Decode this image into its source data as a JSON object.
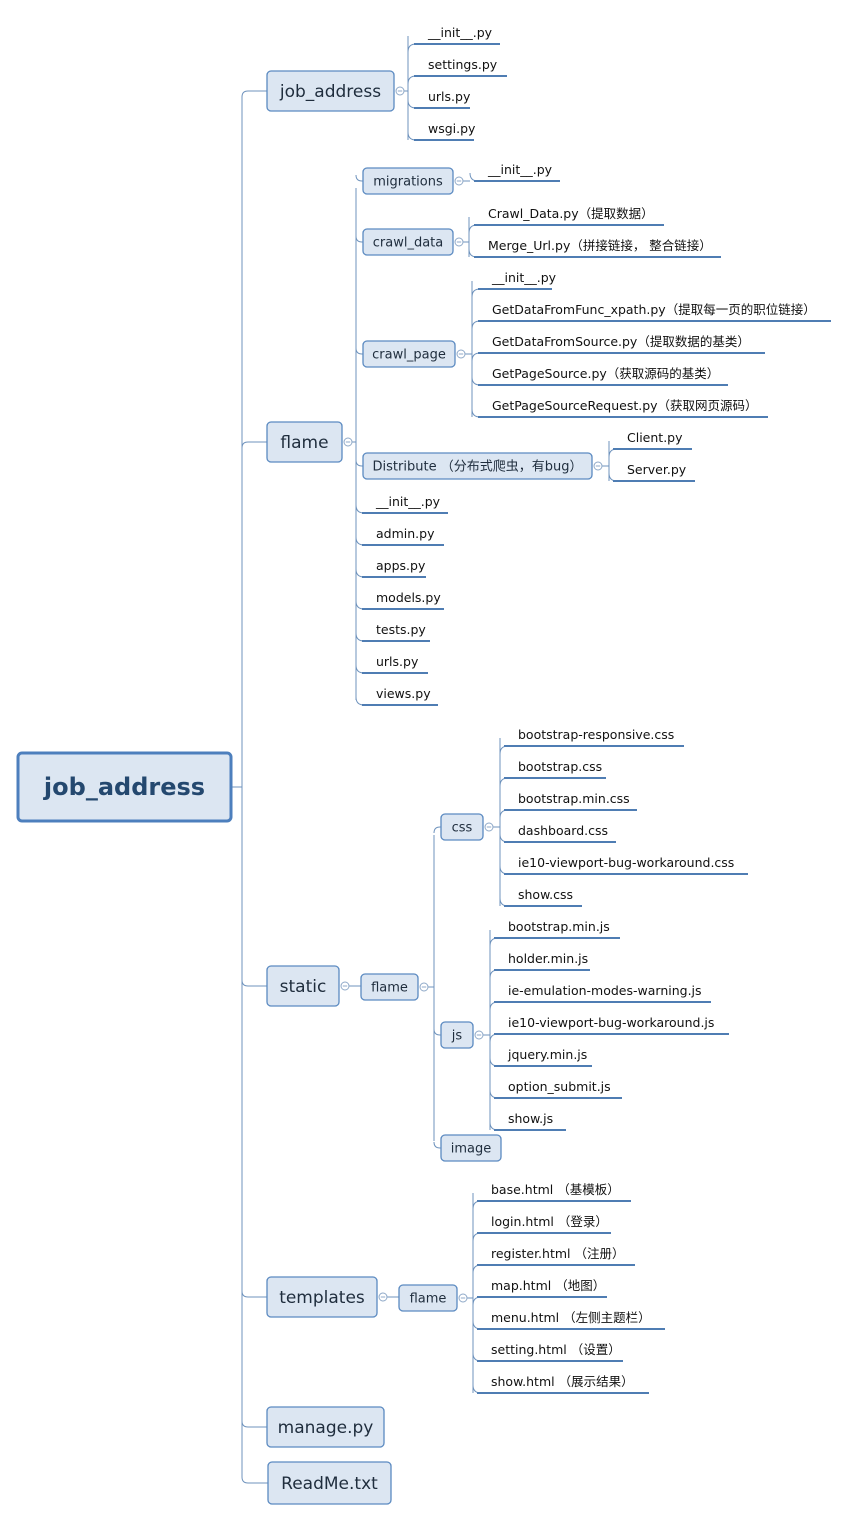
{
  "root": "job_address",
  "colors": {
    "node_fill": "#dce6f2",
    "node_border": "#5b8ac1",
    "connector": "#6f93bd",
    "underline": "#4f7db3"
  },
  "branches": [
    {
      "label": "job_address",
      "children": [
        {
          "label": "__init__.py"
        },
        {
          "label": "settings.py"
        },
        {
          "label": "urls.py"
        },
        {
          "label": "wsgi.py"
        }
      ]
    },
    {
      "label": "flame",
      "children": [
        {
          "label": "migrations",
          "children": [
            {
              "label": "__init__.py"
            }
          ]
        },
        {
          "label": "crawl_data",
          "children": [
            {
              "label": "Crawl_Data.py（提取数据）"
            },
            {
              "label": "Merge_Url.py（拼接链接， 整合链接）"
            }
          ]
        },
        {
          "label": "crawl_page",
          "children": [
            {
              "label": "__init__.py"
            },
            {
              "label": "GetDataFromFunc_xpath.py（提取每一页的职位链接）"
            },
            {
              "label": "GetDataFromSource.py（提取数据的基类）"
            },
            {
              "label": "GetPageSource.py（获取源码的基类）"
            },
            {
              "label": "GetPageSourceRequest.py（获取网页源码）"
            }
          ]
        },
        {
          "label": "Distribute （分布式爬虫，有bug）",
          "children": [
            {
              "label": "Client.py"
            },
            {
              "label": "Server.py"
            }
          ]
        },
        {
          "label": "__init__.py"
        },
        {
          "label": "admin.py"
        },
        {
          "label": "apps.py"
        },
        {
          "label": "models.py"
        },
        {
          "label": "tests.py"
        },
        {
          "label": "urls.py"
        },
        {
          "label": "views.py"
        }
      ]
    },
    {
      "label": "static",
      "children": [
        {
          "label": "flame",
          "children": [
            {
              "label": "css",
              "children": [
                {
                  "label": "bootstrap-responsive.css"
                },
                {
                  "label": "bootstrap.css"
                },
                {
                  "label": "bootstrap.min.css"
                },
                {
                  "label": "dashboard.css"
                },
                {
                  "label": "ie10-viewport-bug-workaround.css"
                },
                {
                  "label": "show.css"
                }
              ]
            },
            {
              "label": "js",
              "children": [
                {
                  "label": "bootstrap.min.js"
                },
                {
                  "label": "holder.min.js"
                },
                {
                  "label": "ie-emulation-modes-warning.js"
                },
                {
                  "label": "ie10-viewport-bug-workaround.js"
                },
                {
                  "label": "jquery.min.js"
                },
                {
                  "label": "option_submit.js"
                },
                {
                  "label": "show.js"
                }
              ]
            },
            {
              "label": "image"
            }
          ]
        }
      ]
    },
    {
      "label": "templates",
      "children": [
        {
          "label": "flame",
          "children": [
            {
              "label": "base.html （基模板）"
            },
            {
              "label": "login.html （登录）"
            },
            {
              "label": "register.html （注册）"
            },
            {
              "label": "map.html （地图）"
            },
            {
              "label": "menu.html （左侧主题栏）"
            },
            {
              "label": "setting.html （设置）"
            },
            {
              "label": "show.html （展示结果）"
            }
          ]
        }
      ]
    },
    {
      "label": "manage.py"
    },
    {
      "label": "ReadMe.txt"
    }
  ]
}
